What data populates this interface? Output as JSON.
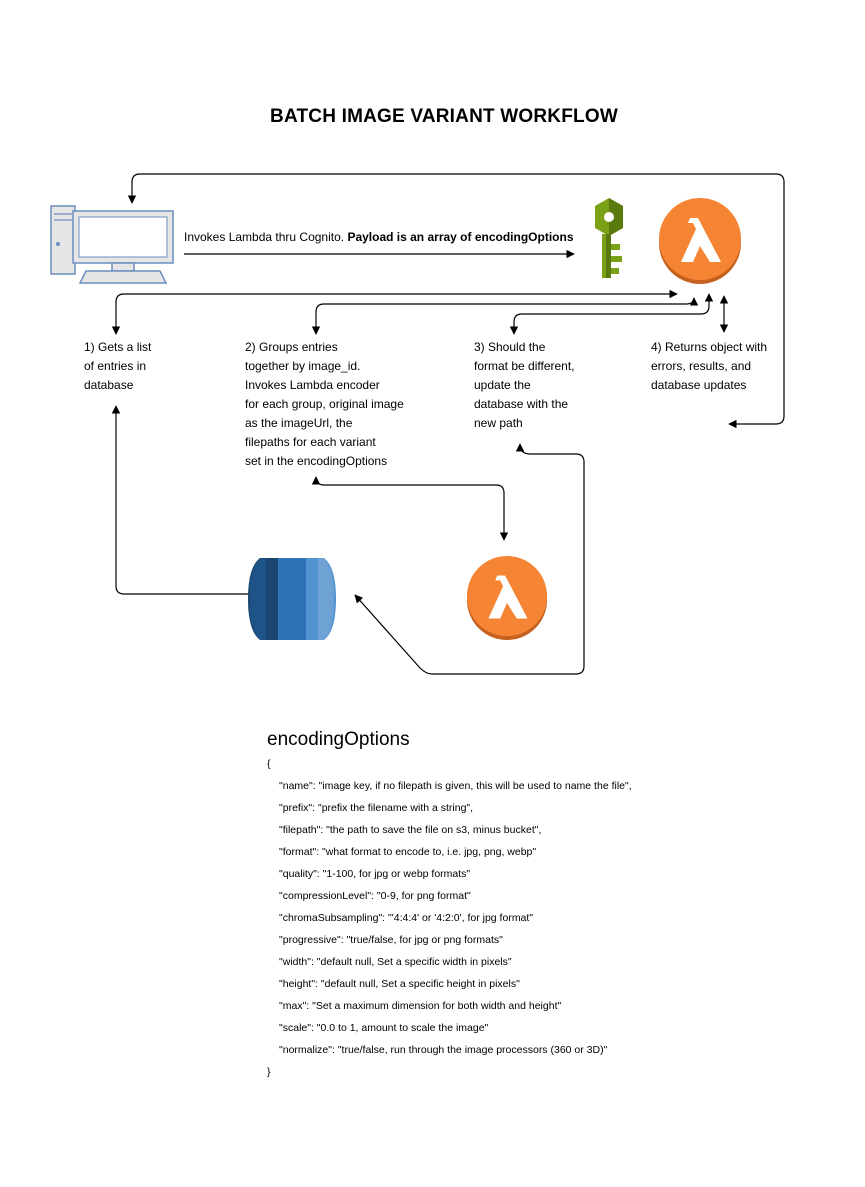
{
  "title": "BATCH IMAGE VARIANT WORKFLOW",
  "invoke": {
    "text": "Invokes Lambda thru Cognito. ",
    "bold": "Payload is an array of encodingOptions"
  },
  "steps": {
    "step1": [
      "1) Gets a list",
      "of entries in",
      "database"
    ],
    "step2": [
      "2) Groups entries",
      "together by image_id.",
      "Invokes Lambda encoder",
      "for each group, original image",
      "as the imageUrl, the",
      "filepaths for each variant",
      "set in the encodingOptions"
    ],
    "step3": [
      "3) Should the",
      "format be different,",
      "update the",
      "database with the",
      "new path"
    ],
    "step4": [
      "4) Returns object with",
      "errors, results, and",
      "database updates"
    ]
  },
  "icons": {
    "client": "desktop-computer-icon",
    "auth": "cognito-key-icon",
    "lambda_main": "lambda-icon",
    "lambda_encoder": "lambda-icon",
    "database": "rds-database-icon"
  },
  "colors": {
    "lambda_orange": "#F58534",
    "cognito_green": "#7AA116",
    "db_blue": "#2E73B8",
    "computer_blue": "#6C8EBF"
  },
  "encoding_options": {
    "title": "encodingOptions",
    "open_brace": "{",
    "close_brace": "}",
    "lines": [
      "\"name\": \"image key, if no filepath is given, this will be used to name the file\",",
      "\"prefix\": \"prefix the filename with a string\",",
      "\"filepath\": \"the path to save the file on s3, minus bucket\",",
      "\"format\": \"what format to encode to, i.e. jpg, png, webp\"",
      "\"quality\": \"1-100, for jpg or webp formats\"",
      "\"compressionLevel\": \"0-9, for png format\"",
      "\"chromaSubsampling\": \"'4:4:4' or '4:2:0', for jpg format\"",
      "\"progressive\": \"true/false, for jpg or png formats\"",
      "\"width\": \"default null, Set a specific width in pixels\"",
      "\"height\": \"default null, Set a specific height in pixels\"",
      "\"max\": \"Set a maximum dimension for both width and height\"",
      "\"scale\": \"0.0 to 1, amount to scale the image\"",
      "\"normalize\": \"true/false, run through the image processors (360 or 3D)\""
    ]
  }
}
